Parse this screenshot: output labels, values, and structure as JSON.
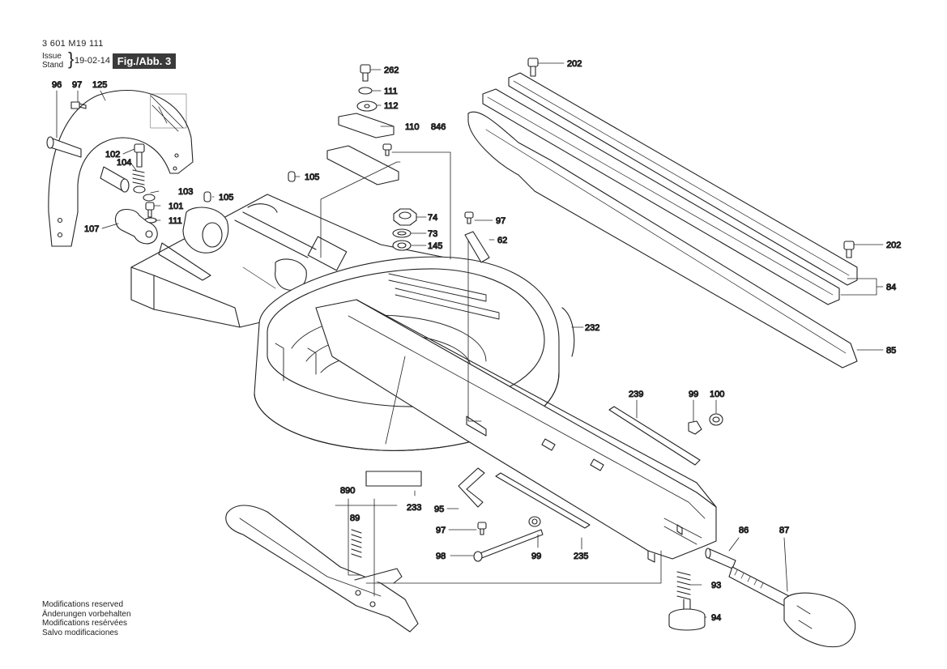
{
  "header": {
    "code": "3 601 M19 111",
    "issue_label": "Issue",
    "stand_label": "Stand",
    "date": "19-02-14",
    "figure": "Fig./Abb. 3"
  },
  "notes": [
    "Modifications reserved",
    "Änderungen vorbehalten",
    "Modifications resérvées",
    "Salvo modificaciones"
  ],
  "callouts": {
    "c96": "96",
    "c97a": "97",
    "c125": "125",
    "c102": "102",
    "c104": "104",
    "c103": "103",
    "c101": "101",
    "c111a": "111",
    "c107": "107",
    "c105a": "105",
    "c105b": "105",
    "c262": "262",
    "c111b": "111",
    "c112": "112",
    "c110": "110",
    "c846": "846",
    "c74": "74",
    "c73": "73",
    "c145": "145",
    "c97b": "97",
    "c62": "62",
    "c202a": "202",
    "c202b": "202",
    "c84": "84",
    "c85": "85",
    "c232": "232",
    "c239": "239",
    "c99a": "99",
    "c100": "100",
    "c890": "890",
    "c89": "89",
    "c233": "233",
    "c95": "95",
    "c97c": "97",
    "c98": "98",
    "c99b": "99",
    "c235": "235",
    "c86": "86",
    "c87": "87",
    "c93": "93",
    "c94": "94"
  }
}
